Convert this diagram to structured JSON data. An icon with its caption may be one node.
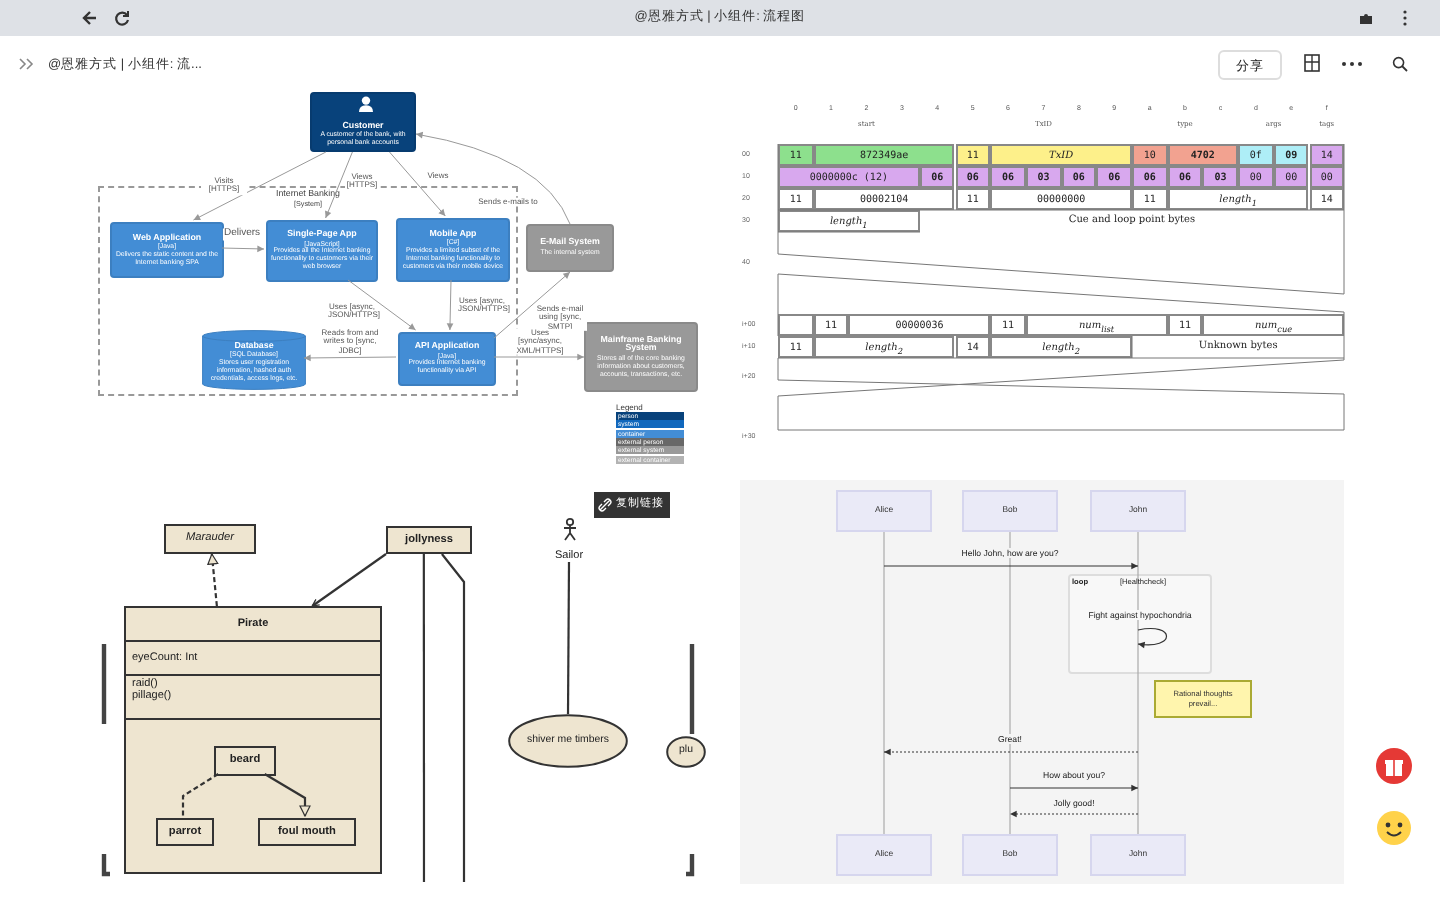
{
  "diagram": {
    "nodes": [
      {
        "text": [
          "Customer",
          "A customer of the bank, with personal bank accounts"
        ]
      },
      {
        "text": [
          "Internet Banking",
          "[System]"
        ]
      },
      {
        "text": [
          "Web Application",
          "[Java]",
          "Delivers the static content and the Internet banking SPA"
        ],
        "in": 1
      },
      {
        "text": [
          "Single-Page App",
          "[JavaScript]",
          "Provides all the Internet banking functionality to customers via their web browser"
        ],
        "in": 1
      },
      {
        "text": [
          "Mobile App",
          "[C#]",
          "Provides a limited subset of the Internet banking functionality to customers via their mobile device"
        ],
        "in": 1
      },
      {
        "text": [
          "E-Mail System",
          "The internal system"
        ]
      },
      {
        "text": [
          "Database",
          "[SQL Database]",
          "Stores user registration information, hashed auth credentials, access logs, etc."
        ],
        "in": 1
      },
      {
        "text": [
          "API Application",
          "[Java]",
          "Provides Internet banking functionality via API"
        ],
        "in": 1
      },
      {
        "text": [
          "Mainframe Banking System",
          "Stores all of the core banking information about customers, accounts, transactions, etc."
        ]
      },
      {
        "text": [
          "Marauder"
        ]
      },
      {
        "text": [
          "jollyness"
        ]
      },
      {
        "text": [
          "Pirate",
          "eyeCount: Int",
          "raid()",
          "pillage()"
        ]
      },
      {
        "text": [
          "beard"
        ],
        "in": 11
      },
      {
        "text": [
          "parrot"
        ],
        "in": 11
      },
      {
        "text": [
          "foul mouth"
        ],
        "in": 11
      },
      {
        "text": [
          "Sailor"
        ]
      },
      {
        "text": [
          "shiver me timbers"
        ]
      },
      {
        "text": [
          "plu"
        ]
      },
      {
        "text": [
          "Alice"
        ]
      },
      {
        "text": [
          "Bob"
        ]
      },
      {
        "text": [
          "John"
        ]
      },
      {
        "text": [
          "Rational thoughts prevail..."
        ]
      },
      {
        "text": [
          "Alice"
        ]
      },
      {
        "text": [
          "Bob"
        ]
      },
      {
        "text": [
          "John"
        ]
      }
    ],
    "edges": [
      {
        "from": 0,
        "to": 2,
        "arrow": "to",
        "label": "Visits [HTTPS]",
        "color": "#999999"
      },
      {
        "from": 0,
        "to": 3,
        "arrow": "to",
        "label": "Views [HTTPS]",
        "color": "#999999"
      },
      {
        "from": 0,
        "to": 4,
        "arrow": "to",
        "label": "Views",
        "color": "#999999"
      },
      {
        "from": 5,
        "to": 0,
        "arrow": "to",
        "label": "Sends e-mails to",
        "color": "#999999"
      },
      {
        "from": 2,
        "to": 3,
        "arrow": "to",
        "label": "Delivers",
        "color": "#999999"
      },
      {
        "from": 3,
        "to": 7,
        "arrow": "to",
        "label": "Uses [async, JSON/HTTPS]",
        "color": "#999999"
      },
      {
        "from": 4,
        "to": 7,
        "arrow": "to",
        "label": "Uses [async, JSON/HTTPS]",
        "color": "#999999"
      },
      {
        "from": 7,
        "to": 6,
        "arrow": "to",
        "label": "Reads from and writes to [sync, JDBC]",
        "color": "#999999"
      },
      {
        "from": 7,
        "to": 5,
        "arrow": "to",
        "label": "Sends e-mail using [sync, SMTP]",
        "color": "#999999"
      },
      {
        "from": 7,
        "to": 8,
        "arrow": "to",
        "label": "Uses [sync/async, XML/HTTPS]",
        "color": "#999999"
      },
      {
        "from": 11,
        "to": 9,
        "arrow": "to",
        "style": "dashed",
        "color": "#333333"
      },
      {
        "from": 10,
        "to": 11,
        "arrow": "to",
        "color": "#333333"
      },
      {
        "from": 10,
        "to": null,
        "arrow": "none",
        "color": "#333333"
      },
      {
        "from": 10,
        "to": null,
        "arrow": "none",
        "color": "#333333"
      },
      {
        "from": 12,
        "to": 13,
        "arrow": "none",
        "style": "dashed",
        "color": "#333333"
      },
      {
        "from": 12,
        "to": 14,
        "arrow": "to",
        "color": "#333333"
      },
      {
        "from": 15,
        "to": 16,
        "arrow": "none",
        "color": "#333333"
      },
      {
        "from": 18,
        "to": 22,
        "arrow": "none",
        "color": "#aaaaaa"
      },
      {
        "from": 19,
        "to": 23,
        "arrow": "none",
        "color": "#aaaaaa"
      },
      {
        "from": 20,
        "to": 24,
        "arrow": "none",
        "color": "#aaaaaa"
      }
    ],
    "labels": [
      "@恩雅方式 | 小组件: 流程图",
      "@恩雅方式 | 小组件: 流...",
      "分享",
      "Legend",
      "0",
      "1",
      "2",
      "3",
      "4",
      "5",
      "6",
      "7",
      "8",
      "9",
      "a",
      "b",
      "c",
      "d",
      "e",
      "f",
      "start",
      "TxID",
      "type",
      "args",
      "tags",
      "00",
      "11",
      "872349ae",
      "11",
      "TxID",
      "10",
      "4702",
      "0f",
      "09",
      "14",
      "10",
      "0000000c (12)",
      "06",
      "06",
      "06",
      "03",
      "06",
      "06",
      "06",
      "06",
      "03",
      "00",
      "00",
      "00",
      "20",
      "11",
      "00002104",
      "11",
      "00000000",
      "11",
      "length$_{1}$",
      "14",
      "30",
      "length$_{1}$",
      "Cue and loop point bytes",
      "40",
      "i+00",
      "11",
      "00000036",
      "11",
      "num$_{list}$",
      "11",
      "num$_{cue}$",
      "i+10",
      "11",
      "length$_{2}$",
      "14",
      "length$_{2}$",
      "Unknown bytes",
      "i+20",
      "i+30",
      "复制链接",
      "Hello John, how are you?",
      "loop",
      "[Healthcheck]",
      "Fight against hypochondria",
      "Great!",
      "How about you?",
      "Jolly good!"
    ],
    "legend": [
      {
        "text": "person",
        "color": "#08427b"
      },
      {
        "text": "system",
        "color": "#1168bd"
      },
      {
        "text": "container",
        "color": "#438dd5"
      },
      {
        "text": "external person",
        "color": "#686868"
      },
      {
        "text": "external system",
        "color": "#999999"
      },
      {
        "text": "external container",
        "color": "#b3b3b3"
      }
    ]
  }
}
